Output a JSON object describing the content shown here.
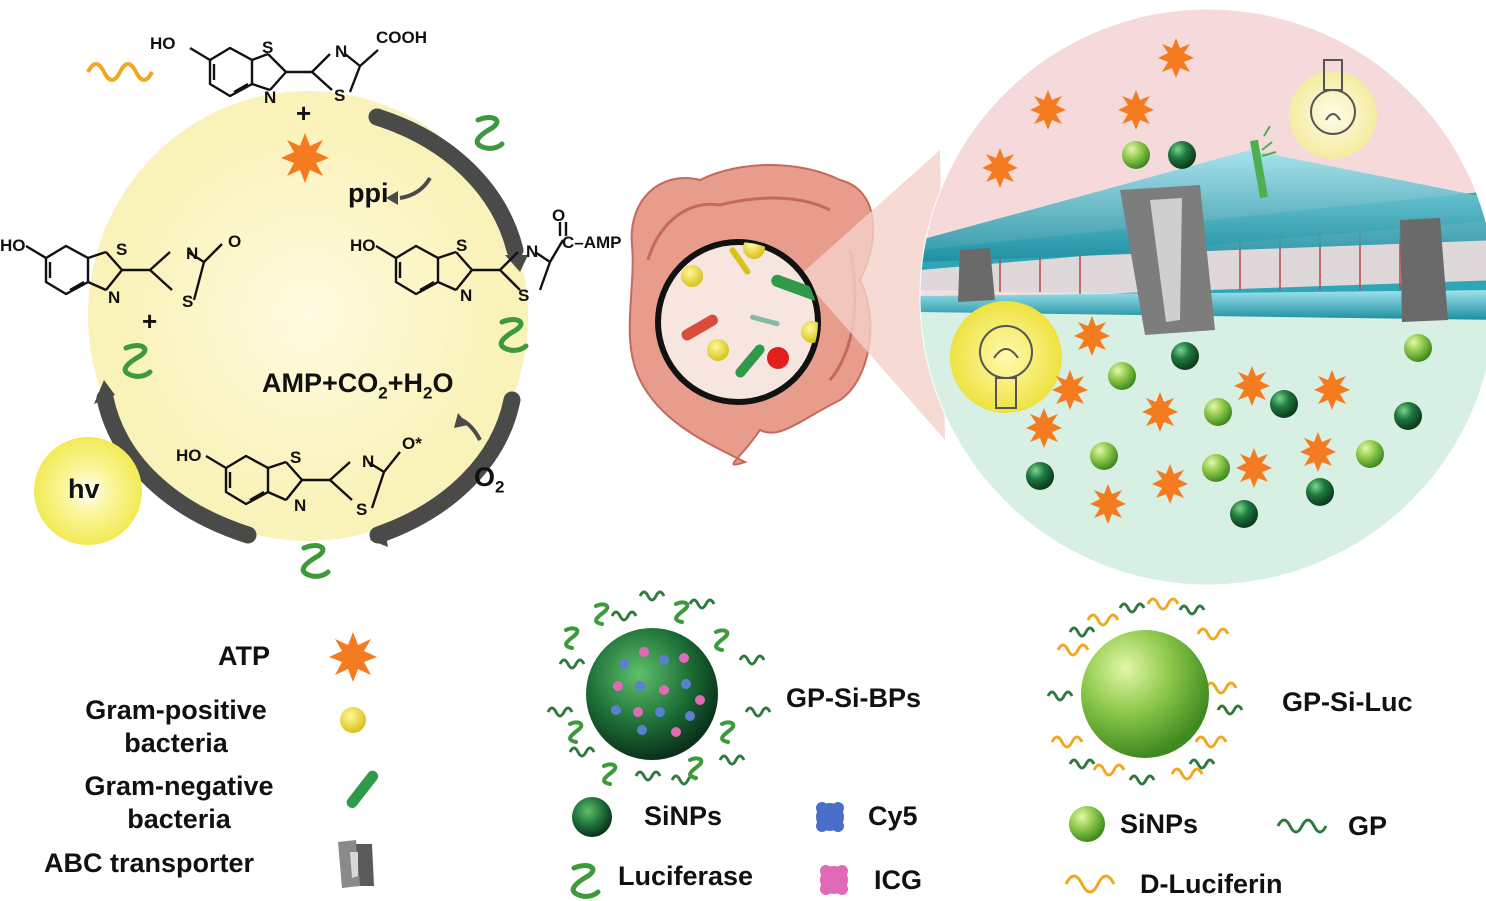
{
  "cycle": {
    "plus_top": "+",
    "ppi": "ppi",
    "amp_eq_prefix": "AMP",
    "plus1": "+",
    "co": "CO",
    "sub2a": "2",
    "plus2": "+",
    "h": "H",
    "sub2b": "2",
    "o_end": "O",
    "o2": "O",
    "o2_sub": "2",
    "hv": "hv",
    "plus_left": "+",
    "molecule_top": {
      "ho": "HO",
      "s1": "S",
      "n1": "N",
      "n2": "N",
      "s2": "S",
      "cooh": "COOH"
    },
    "molecule_right": {
      "ho": "HO",
      "s1": "S",
      "n1": "N",
      "n2": "N",
      "s2": "S",
      "o": "O",
      "c_amp": "C–AMP"
    },
    "molecule_left": {
      "ho": "HO",
      "s1": "S",
      "n1": "N",
      "n2": "N",
      "s2": "S",
      "o": "O"
    },
    "molecule_bottom": {
      "ho": "HO",
      "s1": "S",
      "n1": "N",
      "n2": "N",
      "s2": "S",
      "o_star": "O*"
    }
  },
  "legend_left": {
    "atp": "ATP",
    "gram_pos_1": "Gram-positive",
    "gram_pos_2": "bacteria",
    "gram_neg_1": "Gram-negative",
    "gram_neg_2": "bacteria",
    "abc": "ABC transporter"
  },
  "legend_bps": {
    "name": "GP-Si-BPs",
    "sinps": "SiNPs",
    "cy5": "Cy5",
    "luciferase": "Luciferase",
    "icg": "ICG"
  },
  "legend_luc": {
    "name": "GP-Si-Luc",
    "sinps": "SiNPs",
    "gp": "GP",
    "d_luciferin": "D-Luciferin"
  },
  "colors": {
    "atp": "#f47b20",
    "arrow": "#4a4a48",
    "glow": "#fbf5b8",
    "hv_glow": "#f6f27a",
    "gram_pos": "#e8d82a",
    "gram_neg": "#2f9a4a",
    "sinp_dark": "#1f6f3c",
    "sinp_light": "#8cc84a",
    "gp_wave": "#2f7a3c",
    "luciferin_wave": "#f0a820",
    "membrane_top": "#f6dadb",
    "membrane_bottom": "#d8f0e4",
    "lipid": "#2fa6b6"
  }
}
